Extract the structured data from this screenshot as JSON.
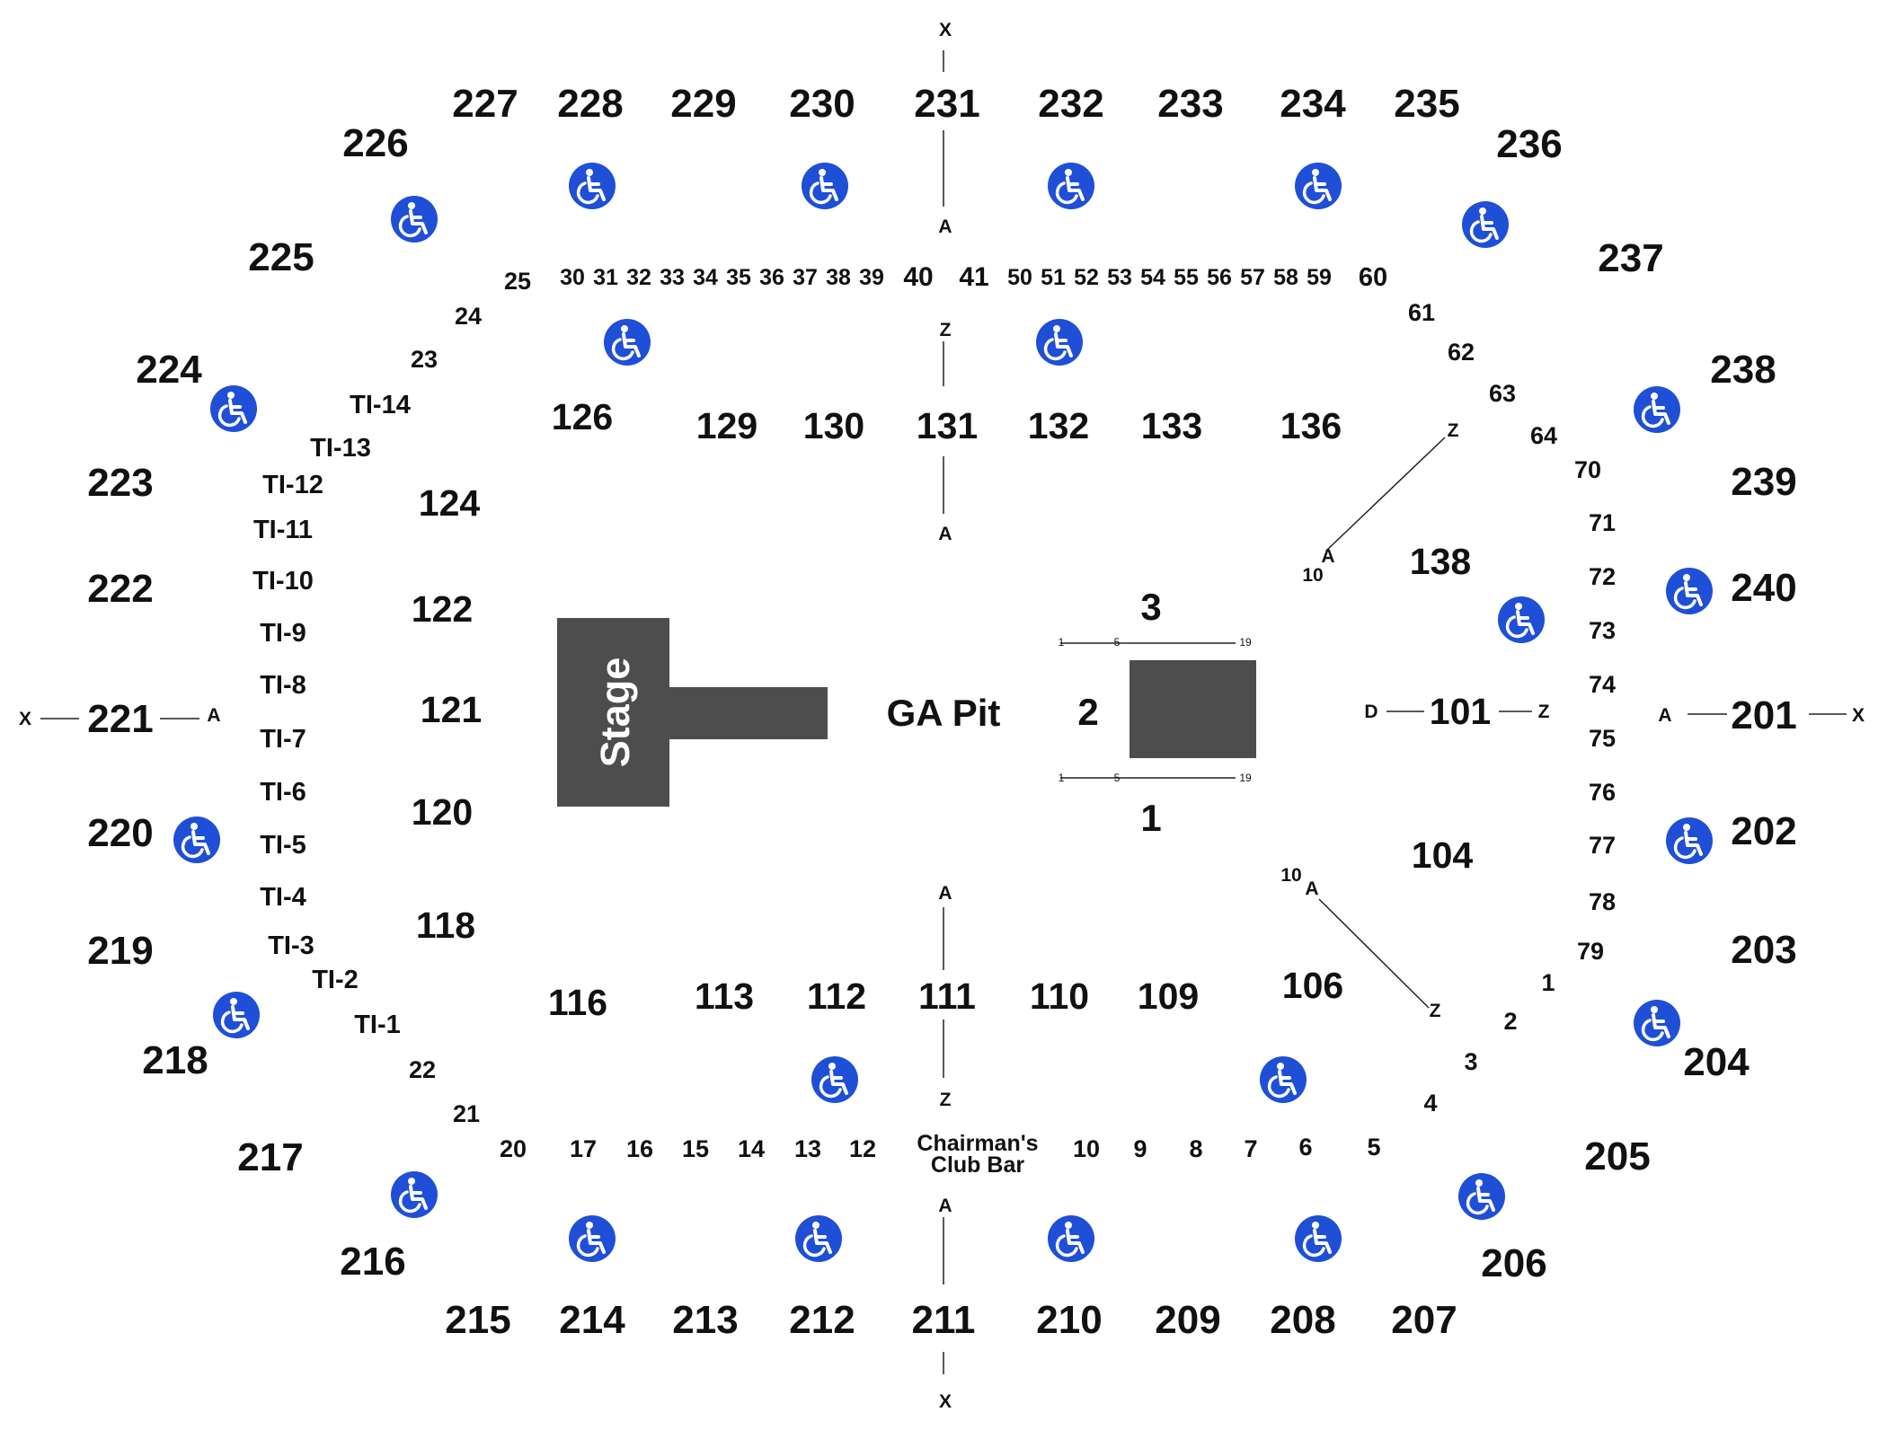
{
  "colors": {
    "background": "#ffffff",
    "text": "#111111",
    "stage_fill": "#4d4d4d",
    "accessible_badge": "#1f4fd6",
    "accessible_glyph": "#ffffff",
    "line": "#222222"
  },
  "stage": {
    "label": "Stage"
  },
  "floor": {
    "label": "GA Pit",
    "box_labels": [
      "3",
      "2",
      "1"
    ],
    "row_ticks": [
      "1",
      "5",
      "19"
    ]
  },
  "bar": {
    "label_line1": "Chairman's",
    "label_line2": "Club Bar"
  },
  "aisle_letters": {
    "x": "X",
    "a": "A",
    "z": "Z",
    "d": "D",
    "ten": "10"
  },
  "upper_sections": [
    "201",
    "202",
    "203",
    "204",
    "205",
    "206",
    "207",
    "208",
    "209",
    "210",
    "211",
    "212",
    "213",
    "214",
    "215",
    "216",
    "217",
    "218",
    "219",
    "220",
    "221",
    "222",
    "223",
    "224",
    "225",
    "226",
    "227",
    "228",
    "229",
    "230",
    "231",
    "232",
    "233",
    "234",
    "235",
    "236",
    "237",
    "238",
    "239",
    "240"
  ],
  "lower_sections": [
    "101",
    "104",
    "106",
    "109",
    "110",
    "111",
    "112",
    "113",
    "116",
    "118",
    "120",
    "121",
    "122",
    "124",
    "126",
    "129",
    "130",
    "131",
    "132",
    "133",
    "136",
    "138"
  ],
  "rows_upper_top": [
    "30",
    "31",
    "32",
    "33",
    "34",
    "35",
    "36",
    "37",
    "38",
    "39",
    "40",
    "41",
    "50",
    "51",
    "52",
    "53",
    "54",
    "55",
    "56",
    "57",
    "58",
    "59",
    "60"
  ],
  "rows_upper_right": [
    "61",
    "62",
    "63",
    "64",
    "70",
    "71",
    "72",
    "73",
    "74",
    "75",
    "76",
    "77",
    "78",
    "79"
  ],
  "rows_upper_bottom": [
    "1",
    "2",
    "3",
    "4",
    "5",
    "6",
    "7",
    "8",
    "9",
    "10",
    "12",
    "13",
    "14",
    "15",
    "16",
    "17",
    "20",
    "21",
    "22"
  ],
  "rows_upper_left": [
    "23",
    "24",
    "25"
  ],
  "ti_rows": [
    "TI-1",
    "TI-2",
    "TI-3",
    "TI-4",
    "TI-5",
    "TI-6",
    "TI-7",
    "TI-8",
    "TI-9",
    "TI-10",
    "TI-11",
    "TI-12",
    "TI-13",
    "TI-14"
  ],
  "accessible_icon": "wheelchair-icon"
}
